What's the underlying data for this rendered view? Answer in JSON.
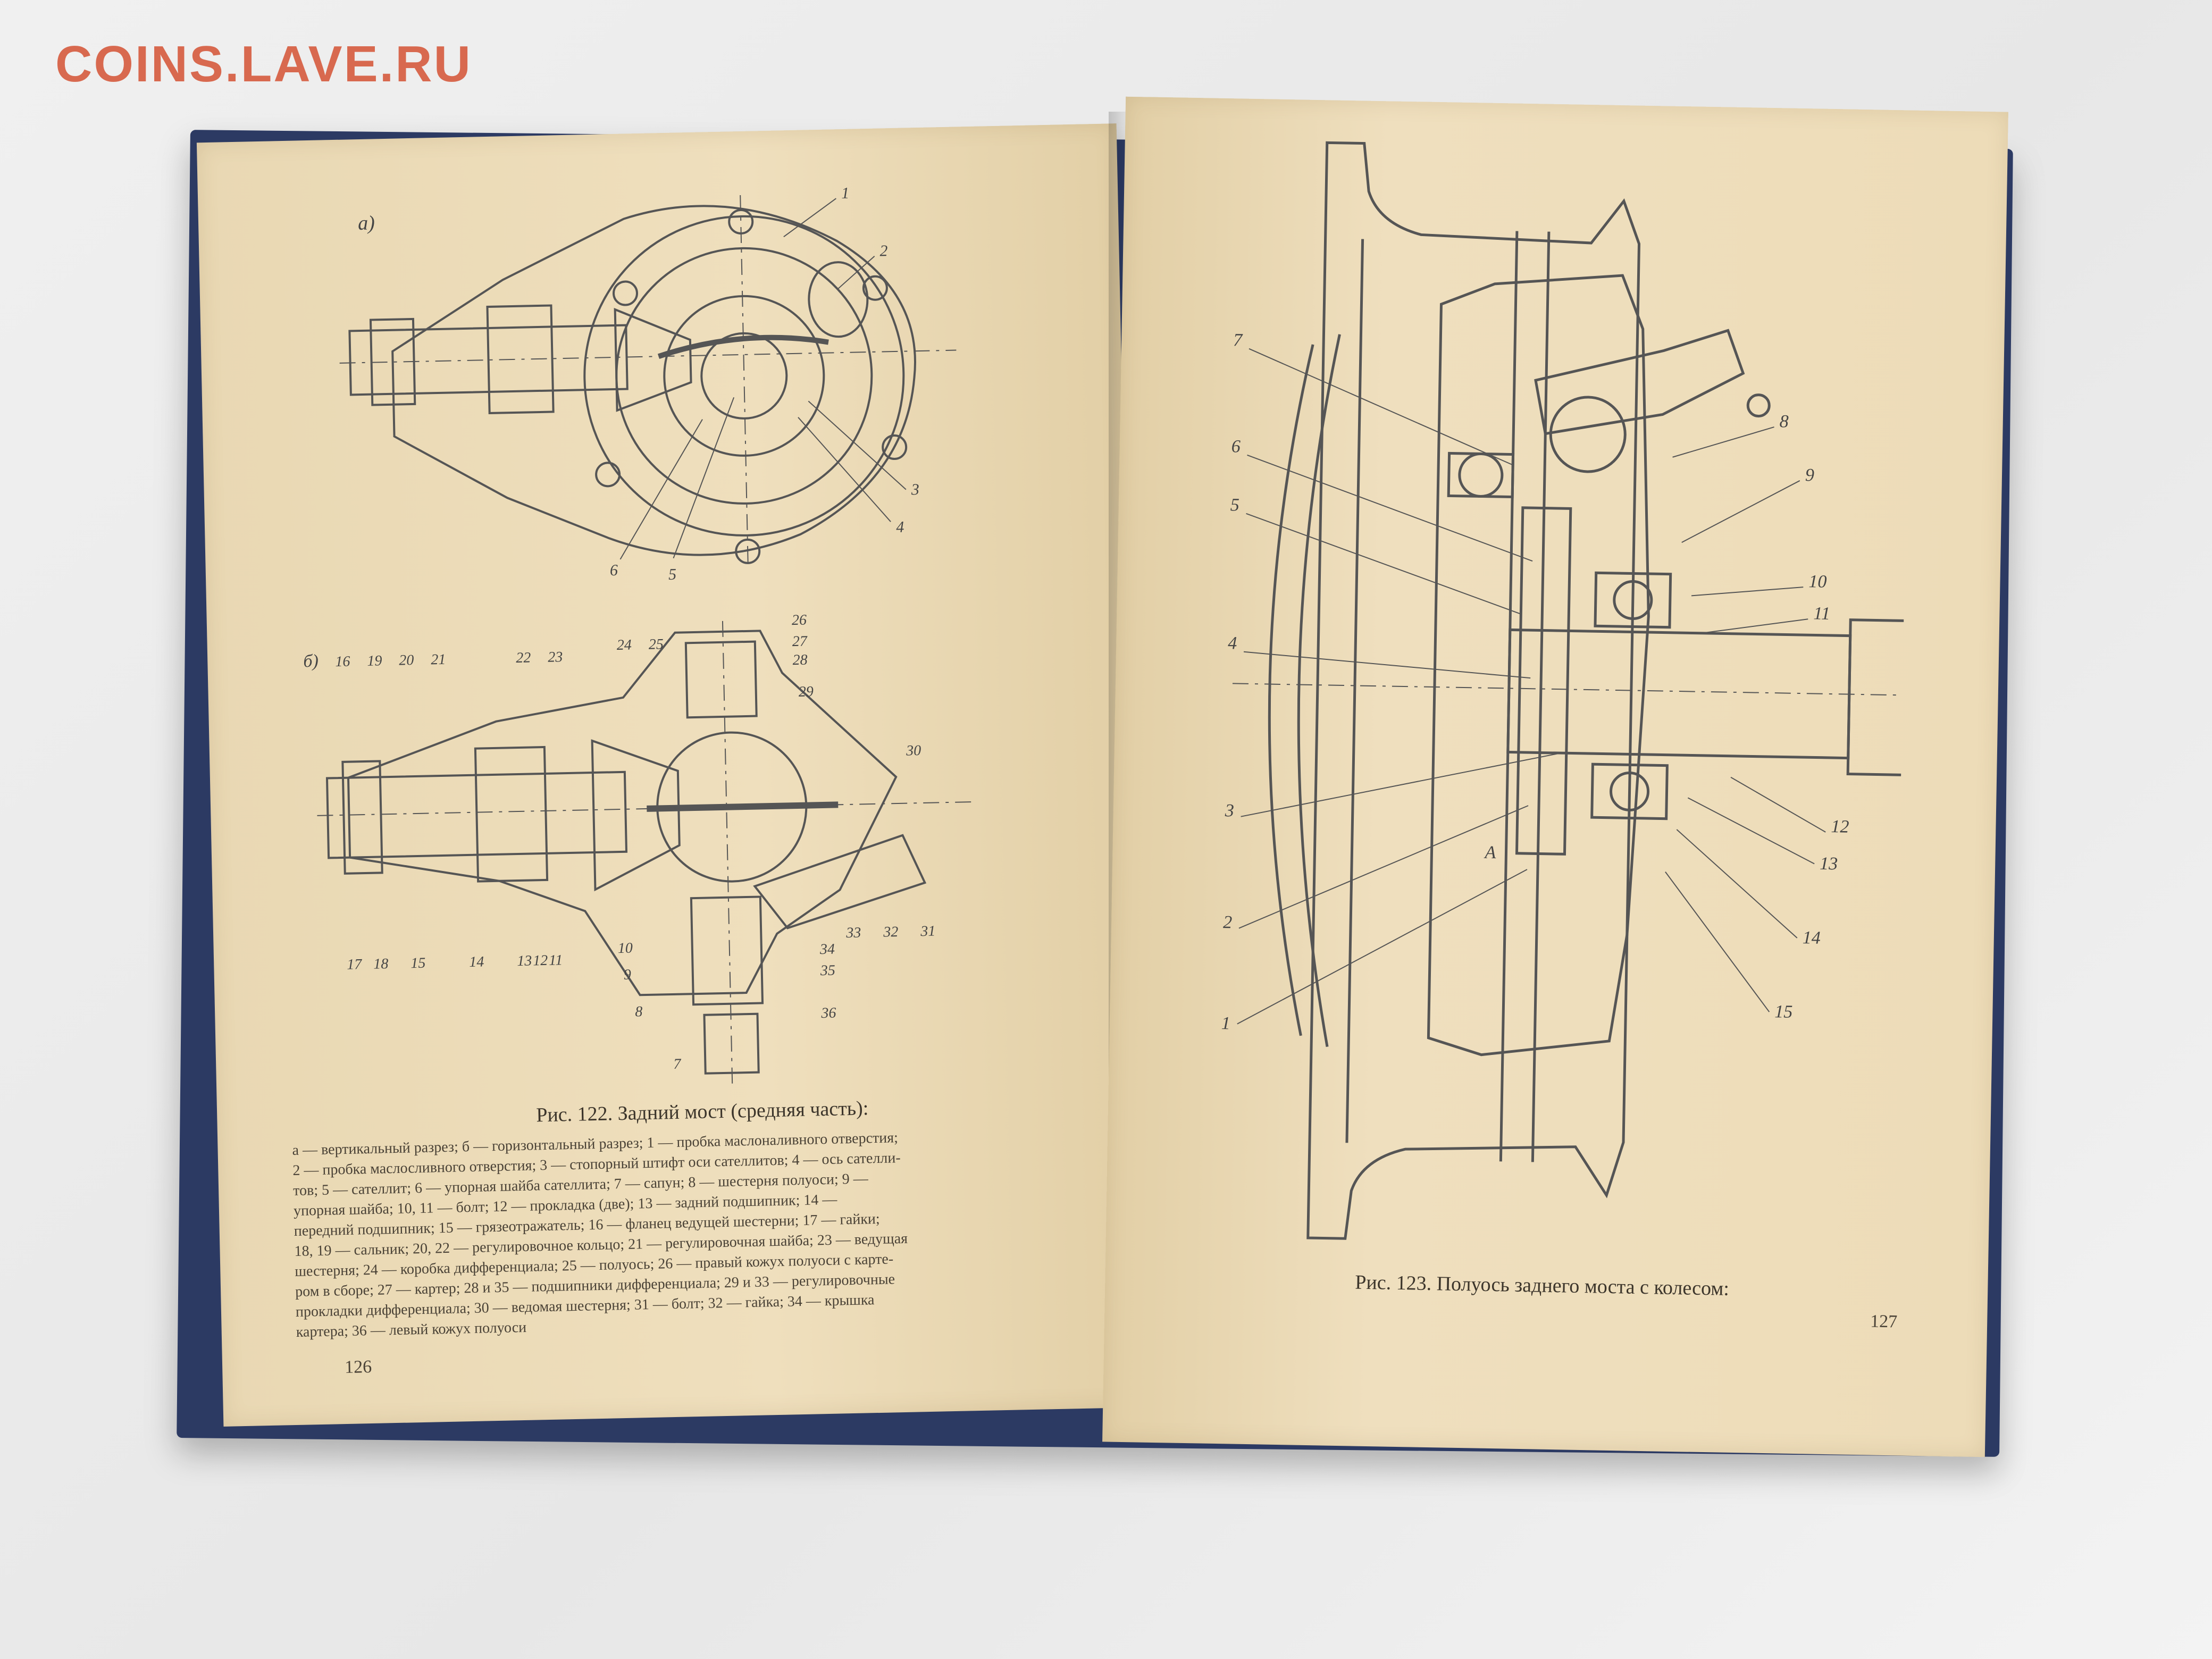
{
  "watermark": "COINS.LAVE.RU",
  "left_page": {
    "figure_label_a": "а)",
    "figure_label_b": "б)",
    "callouts_a": [
      "1",
      "2",
      "3",
      "4",
      "5",
      "6"
    ],
    "callouts_b": [
      "16",
      "19",
      "20",
      "21",
      "22",
      "23",
      "24",
      "25",
      "26",
      "27",
      "28",
      "29",
      "30",
      "17",
      "18",
      "15",
      "14",
      "13",
      "12",
      "11",
      "10",
      "9",
      "8",
      "7",
      "31",
      "32",
      "33",
      "34",
      "35",
      "36"
    ],
    "caption": "Рис. 122. Задний мост (средняя часть):",
    "legend": [
      "а — вертикальный разрез; б — горизонтальный разрез; 1 — пробка маслоналивного отверстия;",
      "2 — пробка маслосливного отверстия; 3 — стопорный штифт оси сателлитов; 4 — ось сателли-",
      "тов; 5 — сателлит; 6 — упорная шайба сателлита; 7 — сапун; 8 — шестерня полуоси; 9 —",
      "упорная шайба; 10, 11 — болт; 12 — прокладка (две); 13 — задний подшипник; 14 —",
      "передний подшипник; 15 — грязеотражатель; 16 — фланец ведущей шестерни; 17 — гайки;",
      "18, 19 — сальник; 20, 22 — регулировочное кольцо; 21 — регулировочная шайба; 23 — ведущая",
      "шестерня; 24 — коробка дифференциала; 25 — полуось; 26 — правый кожух полуоси с карте-",
      "ром в сборе; 27 — картер; 28 и 35 — подшипники дифференциала; 29 и 33 — регулировочные",
      "прокладки дифференциала; 30 — ведомая шестерня; 31 — болт; 32 — гайка; 34 — крышка",
      "картера; 36 — левый кожух полуоси"
    ],
    "page_number": "126"
  },
  "right_page": {
    "callouts": [
      "1",
      "2",
      "3",
      "4",
      "5",
      "6",
      "7",
      "8",
      "9",
      "10",
      "11",
      "12",
      "13",
      "14",
      "15",
      "А"
    ],
    "caption": "Рис. 123. Полуось заднего моста с колесом:",
    "page_number": "127"
  },
  "colors": {
    "paper": "#ecdcb8",
    "cover": "#2c3a63",
    "ink": "#3c352b",
    "watermark": "#d8694f"
  }
}
